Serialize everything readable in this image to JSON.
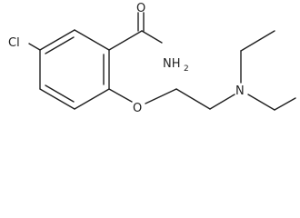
{
  "structure": {
    "atoms": {
      "chlorine": "Cl",
      "carbonyl_oxygen": "O",
      "amide_nitrogen": "NH",
      "amide_hydrogen_count": "2",
      "ether_oxygen": "O",
      "amine_nitrogen": "N"
    }
  }
}
